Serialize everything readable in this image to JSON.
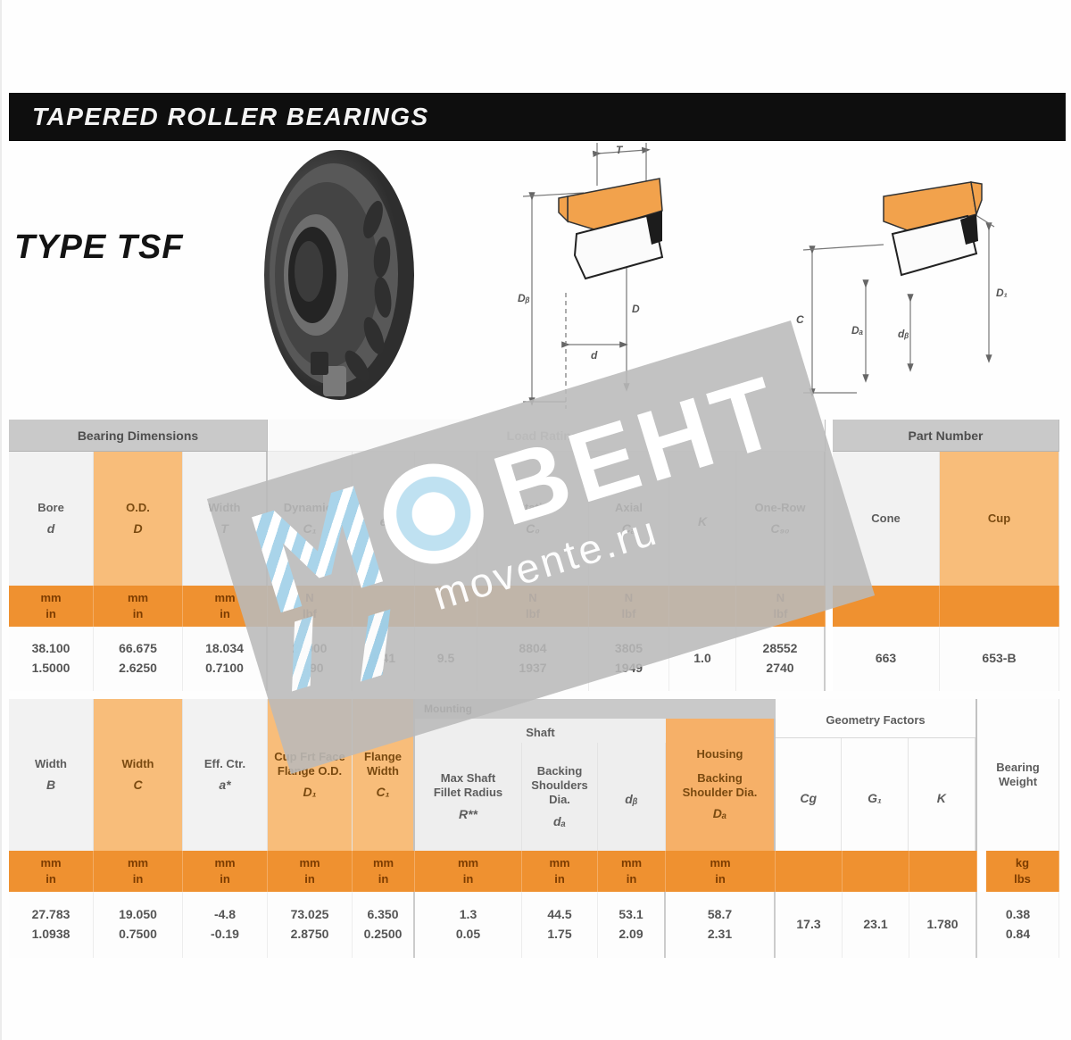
{
  "page": {
    "title_bar": "TAPERED ROLLER BEARINGS",
    "type_label": "TYPE TSF"
  },
  "watermark": {
    "brand": "ВЕНТ",
    "site": "movente.ru"
  },
  "colors": {
    "header_orange": "#f8bd7a",
    "unit_band_orange": "#ef9130",
    "cup_fill": "#f2a24c",
    "group_bar_gray": "#c9c9c9"
  },
  "diagrams": {
    "front": {
      "labels": [
        "Dᵦ",
        "D",
        "d",
        "T"
      ]
    },
    "side": {
      "labels": [
        "C",
        "Dₐ",
        "dᵦ",
        "D₁"
      ]
    }
  },
  "upper_table": {
    "groups": {
      "dimensions": "Bearing Dimensions",
      "ratings": "Load Ratings",
      "part_number": "Part Number"
    },
    "unit_mm": [
      "mm",
      "in"
    ],
    "unit_n": [
      "N",
      "lbf"
    ],
    "columns": [
      {
        "id": "bore",
        "label": [
          "Bore"
        ],
        "sym": "d",
        "w": 95,
        "orange": false,
        "units": [
          "mm",
          "in"
        ],
        "value": [
          "38.100",
          "1.5000"
        ]
      },
      {
        "id": "od",
        "label": [
          "O.D."
        ],
        "sym": "D",
        "w": 100,
        "orange": true,
        "units": [
          "mm",
          "in"
        ],
        "value": [
          "66.675",
          "2.6250"
        ]
      },
      {
        "id": "width",
        "label": [
          "Width"
        ],
        "sym": "T",
        "w": 95,
        "orange": false,
        "units": [
          "mm",
          "in"
        ],
        "value": [
          "18.034",
          "0.7100"
        ],
        "edge": true
      },
      {
        "id": "dynamic",
        "label": [
          "Dynamic¹"
        ],
        "sym": "C₁",
        "w": 95,
        "units": [
          "N",
          "lbf"
        ],
        "value": [
          "28900",
          "6490"
        ]
      },
      {
        "id": "factor-e",
        "label": [
          ""
        ],
        "sym": "e",
        "w": 70,
        "units": null,
        "value": [
          "1.41"
        ]
      },
      {
        "id": "factor-y",
        "label": [
          ""
        ],
        "sym": "Y",
        "w": 70,
        "units": null,
        "value": [
          "9.5"
        ]
      },
      {
        "id": "static",
        "label": [
          "Static"
        ],
        "sym": "C₀",
        "w": 125,
        "units": [
          "N",
          "lbf"
        ],
        "value": [
          "8804",
          "1937"
        ]
      },
      {
        "id": "axial",
        "label": [
          "Axial"
        ],
        "sym": "Cₐ",
        "w": 90,
        "units": [
          "N",
          "lbf"
        ],
        "value": [
          "3805",
          "1949"
        ]
      },
      {
        "id": "factor-k",
        "label": [
          ""
        ],
        "sym": "K",
        "w": 75,
        "units": null,
        "value": [
          "1.0"
        ]
      },
      {
        "id": "c90",
        "label": [
          "One-Row"
        ],
        "sym": "C₉₀",
        "w": 100,
        "units": [
          "N",
          "lbf"
        ],
        "value": [
          "28552",
          "2740"
        ],
        "edge": true
      },
      {
        "id": "gap",
        "spacer": true,
        "w": 8
      },
      {
        "id": "cone",
        "label": [
          "Cone"
        ],
        "sym": "",
        "w": 120,
        "units": null,
        "value": [
          "663"
        ]
      },
      {
        "id": "cup",
        "label": [
          "Cup"
        ],
        "sym": "",
        "w": 134,
        "orange": true,
        "units": null,
        "value": [
          "653-B"
        ]
      }
    ]
  },
  "lower_table": {
    "mounting_label": "Mounting",
    "shaft_label": "Shaft",
    "housing_label": "Housing",
    "backing_label": [
      "Backing",
      "Shoulders Dia."
    ],
    "geometry_label": "Geometry Factors",
    "weight_label": [
      "Bearing",
      "Weight"
    ],
    "columns": [
      {
        "id": "width-b",
        "label": [
          "Width"
        ],
        "sym": "B",
        "w": 95,
        "orange": false,
        "units": [
          "mm",
          "in"
        ],
        "value": [
          "27.783",
          "1.0938"
        ],
        "seg": "dims"
      },
      {
        "id": "width-c",
        "label": [
          "Width"
        ],
        "sym": "C",
        "w": 100,
        "orange": true,
        "units": [
          "mm",
          "in"
        ],
        "value": [
          "19.050",
          "0.7500"
        ],
        "seg": "dims"
      },
      {
        "id": "eff-center",
        "label": [
          "Eff. Ctr."
        ],
        "sym": "a*",
        "w": 95,
        "orange": false,
        "units": [
          "mm",
          "in"
        ],
        "value": [
          "-4.8",
          "-0.19"
        ],
        "seg": "dims"
      },
      {
        "id": "flange-od",
        "label": [
          "Cup Frt Face",
          "Flange O.D."
        ],
        "sym": "D₁",
        "w": 95,
        "orange": true,
        "units": [
          "mm",
          "in"
        ],
        "value": [
          "73.025",
          "2.8750"
        ],
        "seg": "dims"
      },
      {
        "id": "flange-width",
        "label": [
          "Flange",
          "Width"
        ],
        "sym": "C₁",
        "w": 70,
        "orange": true,
        "units": [
          "mm",
          "in"
        ],
        "value": [
          "6.350",
          "0.2500"
        ],
        "seg": "dims",
        "edge": true
      },
      {
        "id": "fillet-radius",
        "label": [
          "Max Shaft",
          "Fillet Radius"
        ],
        "sym": "R**",
        "w": 120,
        "units": [
          "mm",
          "in"
        ],
        "value": [
          "1.3",
          "0.05"
        ],
        "seg": "shaft"
      },
      {
        "id": "backing-da",
        "label": [],
        "sym": "dₐ",
        "w": 85,
        "units": [
          "mm",
          "in"
        ],
        "value": [
          "44.5",
          "1.75"
        ],
        "seg": "shaft-backing"
      },
      {
        "id": "backing-db",
        "label": [],
        "sym": "dᵦ",
        "w": 76,
        "units": [
          "mm",
          "in"
        ],
        "value": [
          "53.1",
          "2.09"
        ],
        "seg": "shaft-backing",
        "edge": true
      },
      {
        "id": "housing-backing",
        "label": [
          "Backing",
          "Shoulder Dia."
        ],
        "sym": "Dₐ",
        "w": 123,
        "units": [
          "mm",
          "in"
        ],
        "value": [
          "58.7",
          "2.31"
        ],
        "seg": "housing",
        "edge": true
      },
      {
        "id": "geom-cg",
        "label": [],
        "sym": "Cg",
        "w": 75,
        "units": null,
        "value": [
          "17.3"
        ],
        "seg": "geom"
      },
      {
        "id": "geom-g1",
        "label": [],
        "sym": "G₁",
        "w": 75,
        "units": null,
        "value": [
          "23.1"
        ],
        "seg": "geom"
      },
      {
        "id": "geom-k",
        "label": [],
        "sym": "K",
        "w": 76,
        "units": null,
        "value": [
          "1.780"
        ],
        "seg": "geom",
        "edge": true
      },
      {
        "id": "weight",
        "label": [
          "Bearing",
          "Weight"
        ],
        "sym": "",
        "w": 92,
        "units": [
          "kg",
          "lbs"
        ],
        "value": [
          "0.38",
          "0.84"
        ],
        "seg": "weight",
        "unit_gap": true
      }
    ]
  }
}
